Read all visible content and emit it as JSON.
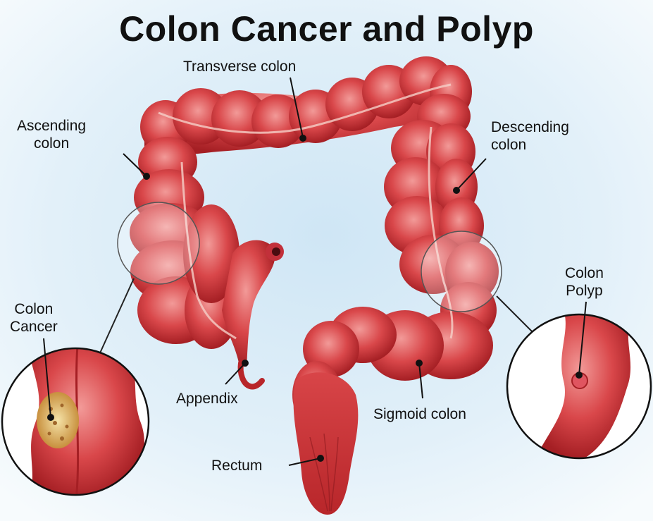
{
  "title": "Colon Cancer and Polyp",
  "labels": {
    "transverse": "Transverse colon",
    "ascending_line1": "Ascending",
    "ascending_line2": "colon",
    "descending_line1": "Descending",
    "descending_line2": "colon",
    "cancer_line1": "Colon",
    "cancer_line2": "Cancer",
    "polyp_line1": "Colon",
    "polyp_line2": "Polyp",
    "appendix": "Appendix",
    "sigmoid": "Sigmoid colon",
    "rectum": "Rectum"
  },
  "colors": {
    "background_top": "#f4f9fc",
    "background_mid": "#d3e8f5",
    "colon_dark": "#b8262a",
    "colon_mid": "#d8474a",
    "colon_light": "#f08a8a",
    "tumor": "#e8c98a"
  }
}
